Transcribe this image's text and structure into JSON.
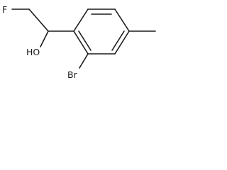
{
  "molecule": {
    "atoms": {
      "fluorine": "F",
      "hydroxyl": "HO",
      "bromine": "Br"
    }
  }
}
